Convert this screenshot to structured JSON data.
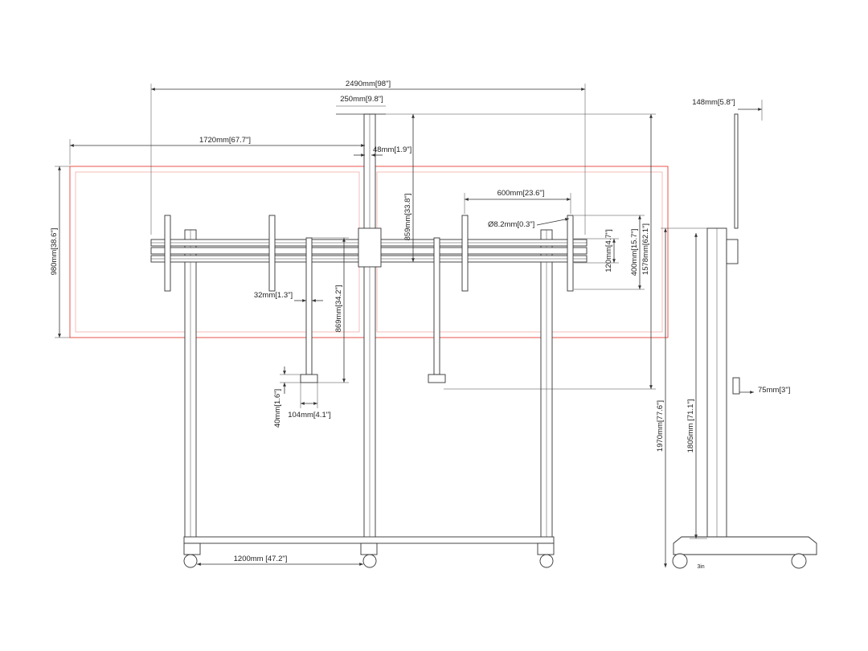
{
  "colors": {
    "line": "#333333",
    "screen_outline": "#e8423a",
    "screen_outline_light": "#f2a39a",
    "background": "#ffffff"
  },
  "front_view": {
    "dimensions": {
      "total_width": "2490mm[98\"]",
      "post_top_width": "250mm[9.8\"]",
      "screen_width": "1720mm[67.7\"]",
      "gap": "48mm[1.9\"]",
      "screen_height": "980mm[38.6\"]",
      "vesa_horizontal": "600mm[23.6\"]",
      "hole_diameter": "Ø8.2mm[0.3\"]",
      "vesa_vertical_small": "120mm[4.7\"]",
      "vesa_vertical_large": "400mm[15.7\"]",
      "center_height": "1578mm[62.1\"]",
      "top_to_rail": "859mm[33.8\"]",
      "arm_offset": "32mm[1.3\"]",
      "arm_length": "869mm[34.2\"]",
      "foot_height": "40mm[1.6\"]",
      "foot_width": "104mm[4.1\"]",
      "base_width": "1200mm [47.2\"]"
    }
  },
  "side_view": {
    "dimensions": {
      "top_depth": "148mm[5.8\"]",
      "bracket_depth": "75mm[3\"]",
      "overall_height": "1970mm[77.6\"]",
      "pole_height": "1805mm [71.1\"]",
      "caster_label": "3in"
    }
  }
}
